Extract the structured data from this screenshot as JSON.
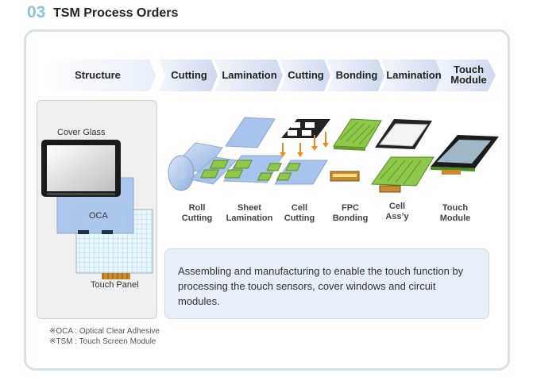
{
  "header": {
    "number": "03",
    "title": "TSM Process Orders"
  },
  "steps": [
    {
      "label": "Structure"
    },
    {
      "label": "Cutting"
    },
    {
      "label": "Lamination"
    },
    {
      "label": "Cutting"
    },
    {
      "label": "Bonding"
    },
    {
      "label": "Lamination"
    },
    {
      "label": "Touch Module",
      "line1": "Touch",
      "line2": "Module"
    }
  ],
  "structure": {
    "cover_glass": "Cover Glass",
    "oca": "OCA",
    "touch_panel": "Touch Panel"
  },
  "process_labels": [
    {
      "line1": "Roll",
      "line2": "Cutting"
    },
    {
      "line1": "Sheet",
      "line2": "Lamination"
    },
    {
      "line1": "Cell",
      "line2": "Cutting"
    },
    {
      "line1": "FPC",
      "line2": "Bonding"
    },
    {
      "line1": "Cell",
      "line2": "Ass’y"
    },
    {
      "line1": "Touch",
      "line2": "Module"
    }
  ],
  "description": "Assembling and manufacturing to enable the touch function by processing the touch sensors, cover windows and circuit modules.",
  "notes": [
    "※OCA : Optical Clear Adhesive",
    "※TSM : Touch Screen Module"
  ],
  "colors": {
    "accent": "#8ec3dc",
    "panel_border": "#d6e3ea",
    "film_blue": "#a9c4ec",
    "sensor_green": "#8fc74a",
    "arrow_orange": "#f08a1c"
  }
}
